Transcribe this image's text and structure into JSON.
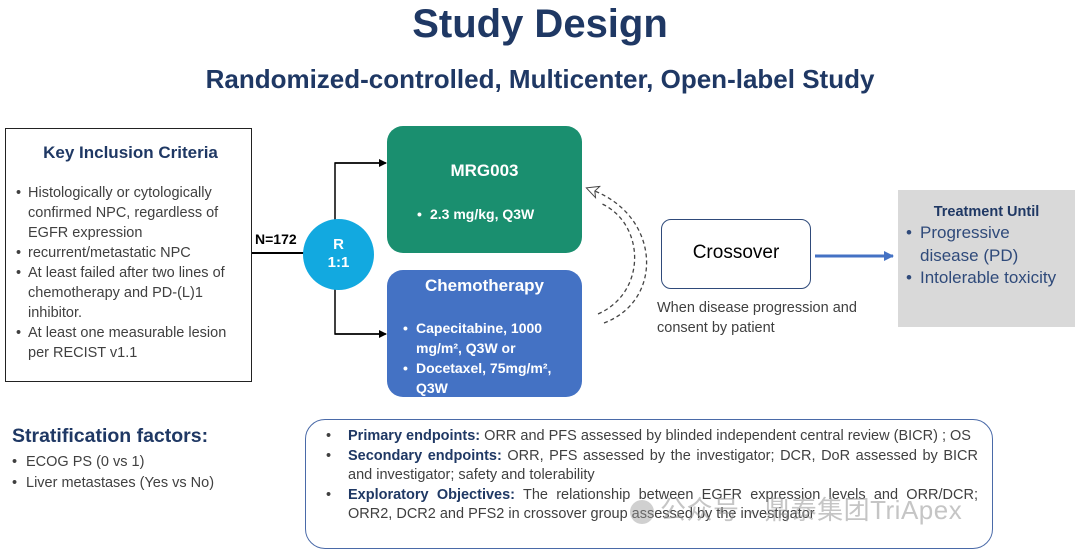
{
  "title": "Study Design",
  "subtitle": "Randomized-controlled, Multicenter, Open-label Study",
  "inclusion": {
    "title": "Key Inclusion Criteria",
    "items": [
      "Histologically or cytologically confirmed NPC, regardless of EGFR expression",
      "recurrent/metastatic NPC",
      "At least failed after two lines of chemotherapy and PD-(L)1 inhibitor.",
      "At least one measurable lesion per RECIST v1.1"
    ]
  },
  "n_label": "N=172",
  "randomization": {
    "line1": "R",
    "line2": "1:1"
  },
  "mrg_arm": {
    "title": "MRG003",
    "dose": "2.3 mg/kg, Q3W"
  },
  "chemo_arm": {
    "title": "Chemotherapy",
    "items": [
      "Capecitabine, 1000 mg/m², Q3W or",
      "Docetaxel, 75mg/m², Q3W"
    ]
  },
  "crossover": {
    "label": "Crossover",
    "note": "When disease progression and consent by patient"
  },
  "treatment": {
    "title": "Treatment Until",
    "items": [
      "Progressive disease (PD)",
      "Intolerable toxicity"
    ]
  },
  "stratification": {
    "title": "Stratification factors:",
    "items": [
      "ECOG PS (0 vs 1)",
      "Liver metastases (Yes vs No)"
    ]
  },
  "endpoints": [
    {
      "label": "Primary endpoints:",
      "text": " ORR and PFS assessed by blinded independent central review (BICR) ; OS"
    },
    {
      "label": "Secondary endpoints:",
      "text": " ORR, PFS assessed by the investigator; DCR, DoR assessed by BICR and investigator; safety and tolerability"
    },
    {
      "label": "Exploratory Objectives:",
      "text": " The relationship between EGFR expression levels and ORR/DCR; ORR2, DCR2 and PFS2 in crossover group assessed by the investigator"
    }
  ],
  "watermark": "公众号 · 鼎泰集团TriApex",
  "colors": {
    "heading": "#1f3864",
    "mrg_green": "#1a8f6f",
    "chemo_blue": "#4472c4",
    "randomization_cyan": "#12a9e0",
    "arrow_blue": "#4472c4",
    "treatment_gray": "#d9d9d9"
  }
}
